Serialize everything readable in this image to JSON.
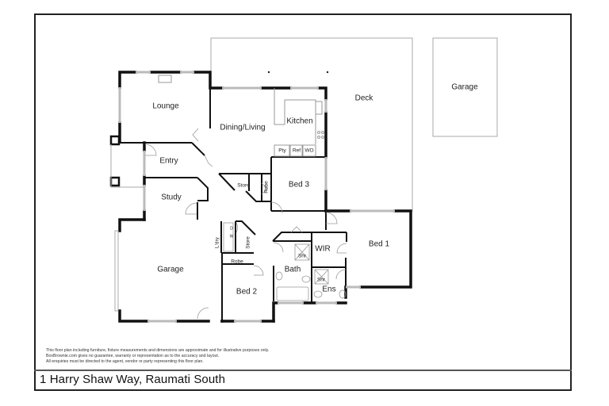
{
  "plan": {
    "rooms": {
      "lounge": "Lounge",
      "dining_living": "Dining/Living",
      "kitchen": "Kitchen",
      "deck": "Deck",
      "detached_garage": "Garage",
      "entry": "Entry",
      "study": "Study",
      "store_1": "Store",
      "robe_bed3": "Robe",
      "bed_3": "Bed 3",
      "garage": "Garage",
      "laundry": "L'dry",
      "store_2": "Store",
      "robe_bed2": "Robe",
      "bed_2": "Bed 2",
      "bath": "Bath",
      "shower_bath": "Shr",
      "wir": "WIR",
      "shower_ens": "Shr",
      "ensuite": "Ens",
      "bed_1": "Bed 1"
    },
    "fixtures": {
      "pantry": "Pty",
      "fridge": "Ref",
      "wall_oven": "WO",
      "dryer": "D",
      "washer": "W"
    }
  },
  "footer": {
    "disclaimer": [
      "This floor plan including furniture, fixture measurements and dimensions are approximate and for illustrative purposes only.",
      "BoxBrownie.com gives no guarantee, warranty or representation as to the accuracy and layout.",
      "All enquiries must be directed to the agent, vendor or party representing this floor plan."
    ],
    "address": "1 Harry Shaw Way, Raumati South"
  }
}
